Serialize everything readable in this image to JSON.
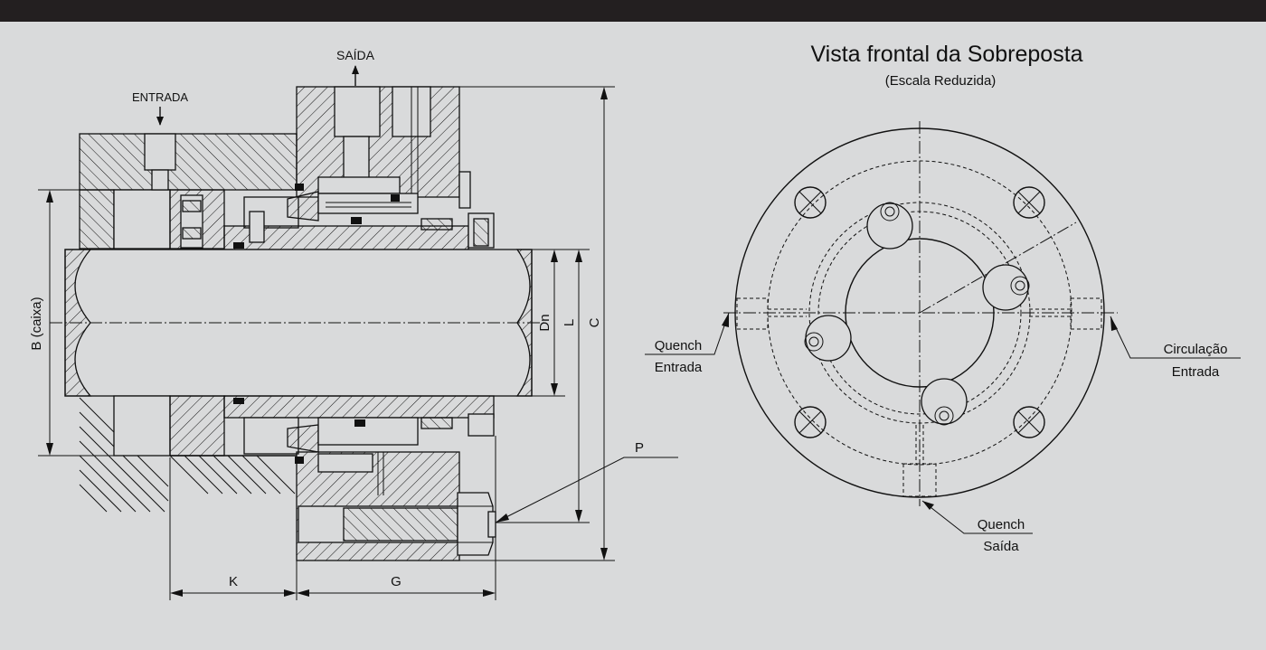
{
  "section_view": {
    "outlet_label": "SAÍDA",
    "inlet_label": "ENTRADA",
    "dim_B": "B (caixa)",
    "dim_Dn": "Dn",
    "dim_L": "L",
    "dim_C": "C",
    "dim_P": "P",
    "dim_K": "K",
    "dim_G": "G"
  },
  "front_view": {
    "title": "Vista frontal da Sobreposta",
    "subtitle": "(Escala Reduzida)",
    "quench_inlet": {
      "line1": "Quench",
      "line2": "Entrada"
    },
    "circulation_inlet": {
      "line1": "Circulação",
      "line2": "Entrada"
    },
    "quench_outlet": {
      "line1": "Quench",
      "line2": "Saída"
    }
  },
  "colors": {
    "background": "#d9dadb",
    "top_bar": "#231f20",
    "ink": "#111111"
  }
}
